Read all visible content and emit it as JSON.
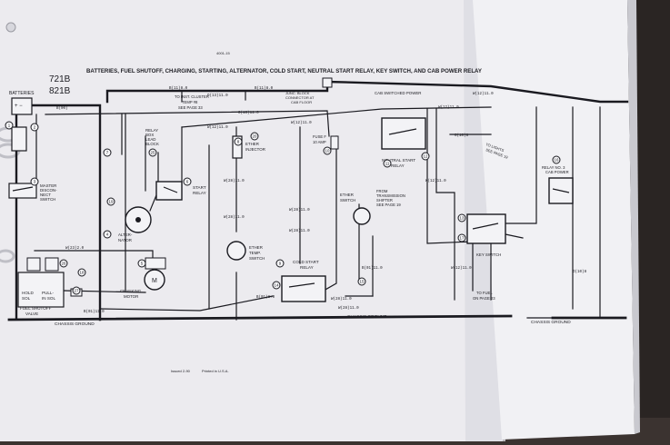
{
  "header": {
    "title": "BATTERIES, FUEL SHUTOFF, CHARGING, STARTING, ALTERNATOR, COLD START, NEUTRAL START RELAY, KEY SWITCH, AND CAB POWER RELAY",
    "page_code": "4001-15",
    "models": [
      "721B",
      "821B"
    ]
  },
  "footer": {
    "revised": "Issued 2-90",
    "printed": "Printed in U.S.A."
  },
  "ground_labels": [
    "CHASSIS GROUND",
    "CHASSIS GROUND",
    "CHASSIS GROUND"
  ],
  "components": {
    "batteries": "BATTERIES",
    "master_switch": [
      "MASTER",
      "DISCON-",
      "NECT",
      "SWITCH"
    ],
    "alternator": [
      "ALTER-",
      "NATOR"
    ],
    "relay_box": [
      "RELAY",
      "BOX",
      "LEAD",
      "BLOCK"
    ],
    "start_relay": [
      "START",
      "RELAY"
    ],
    "ether_injector": [
      "ETHER",
      "INJECTOR"
    ],
    "ether_temp": [
      "ETHER",
      "TEMP.",
      "SWITCH"
    ],
    "cold_start": [
      "COLD START",
      "RELAY"
    ],
    "cranking_motor": [
      "CRANKING",
      "MOTOR"
    ],
    "hold_pull": [
      "HOLD",
      "PULL-",
      "SOL",
      "IN SOL"
    ],
    "fuel_shutoff": [
      "FUEL SHUTOFF",
      "VALVE"
    ],
    "junc_block": [
      "JUNC. BLOCK",
      "CONNECTOR AT",
      "CAB FLOOR"
    ],
    "fuse": [
      "FUSE F",
      "10 AMP"
    ],
    "neutral_start": [
      "NEUTRAL START",
      "RELAY"
    ],
    "ether_switch": [
      "ETHER",
      "SWITCH"
    ],
    "transmission": [
      "FROM",
      "TRANSMISSION",
      "SHIFTER",
      "SEE PAGE 19"
    ],
    "inst_cluster": [
      "TO INST. CLUSTER",
      "TEMP #8",
      "SEE PAGE 33"
    ],
    "key_switch": "KEY SWITCH",
    "relay_cab": [
      "RELAY NO. 3",
      "CAB POWER"
    ],
    "cab_switched_power": "CAB SWITCHED POWER",
    "to_fuel_pump": [
      "TO FUEL",
      "ON PAGE 23"
    ],
    "right_page_label": [
      "TO LIGHTS",
      "SEE PAGE 19"
    ]
  },
  "wire_labels": {
    "w1": "B(11)8.0",
    "w2": "B(11)8.0",
    "w3": "O(13)11.0",
    "w4": "O(13)11.0",
    "w5": "B(00)",
    "w6": "W(12)11.0",
    "w7": "W(12)11.0",
    "w8": "W(12)11.0",
    "w9": "W(12)11.0",
    "w10": "W(23)2.0",
    "w11": "W(28)11.0",
    "w12": "W(28)11.0",
    "w13": "W(28)11.0",
    "w14": "W(28)11.0",
    "w15": "W(28)11.0",
    "w16": "B(01)11.0",
    "w17": "B(01)8.0",
    "w18": "B(01)11.0",
    "w19": "W(28)11.0",
    "w20": "W(12)11.0",
    "w21": "O(10)8",
    "w22": "O(10)8",
    "w23": "W(12)11.0"
  },
  "callouts": [
    "1",
    "2",
    "3",
    "4",
    "5",
    "6",
    "7",
    "8",
    "9",
    "10",
    "11",
    "12",
    "13",
    "14",
    "15",
    "16",
    "17",
    "18",
    "19",
    "20",
    "25",
    "26",
    "27"
  ]
}
